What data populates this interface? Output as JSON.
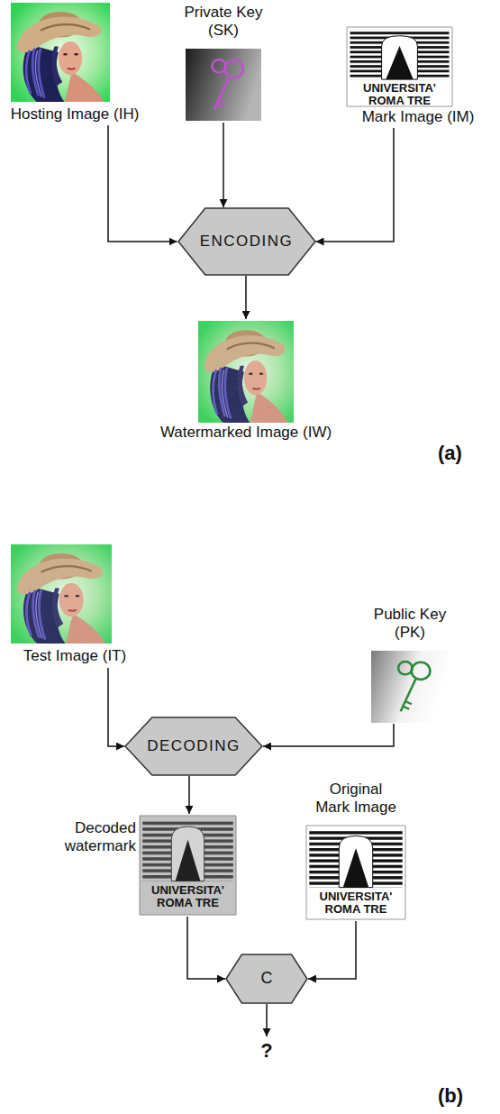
{
  "diagram": {
    "nodes": [
      {
        "text": [
          "Hosting Image (IH)"
        ]
      },
      {
        "text": [
          "Private Key (SK)"
        ]
      },
      {
        "text": [
          "Mark Image (IM)",
          "UNIVERSITA' ROMA TRE"
        ]
      },
      {
        "text": [
          "ENCODING"
        ]
      },
      {
        "text": [
          "Watermarked Image (IW)"
        ]
      },
      {
        "text": [
          "Test Image (IT)"
        ]
      },
      {
        "text": [
          "Public Key (PK)"
        ]
      },
      {
        "text": [
          "DECODING"
        ]
      },
      {
        "text": [
          "Decoded watermark",
          "UNIVERSITA' ROMA TRE"
        ]
      },
      {
        "text": [
          "Original Mark Image",
          "UNIVERSITA' ROMA TRE"
        ]
      },
      {
        "text": [
          "C"
        ]
      }
    ],
    "edges": [
      {
        "from": 0,
        "to": 3,
        "arrow": "to"
      },
      {
        "from": 1,
        "to": 3,
        "arrow": "to"
      },
      {
        "from": 2,
        "to": 3,
        "arrow": "to"
      },
      {
        "from": 3,
        "to": 4,
        "arrow": "to"
      },
      {
        "from": 5,
        "to": 7,
        "arrow": "to"
      },
      {
        "from": 6,
        "to": 7,
        "arrow": "to"
      },
      {
        "from": 7,
        "to": 8,
        "arrow": "to"
      },
      {
        "from": 8,
        "to": 10,
        "arrow": "to"
      },
      {
        "from": 9,
        "to": 10,
        "arrow": "to"
      }
    ],
    "labels": [
      "(a)",
      "?",
      "(b)"
    ]
  }
}
